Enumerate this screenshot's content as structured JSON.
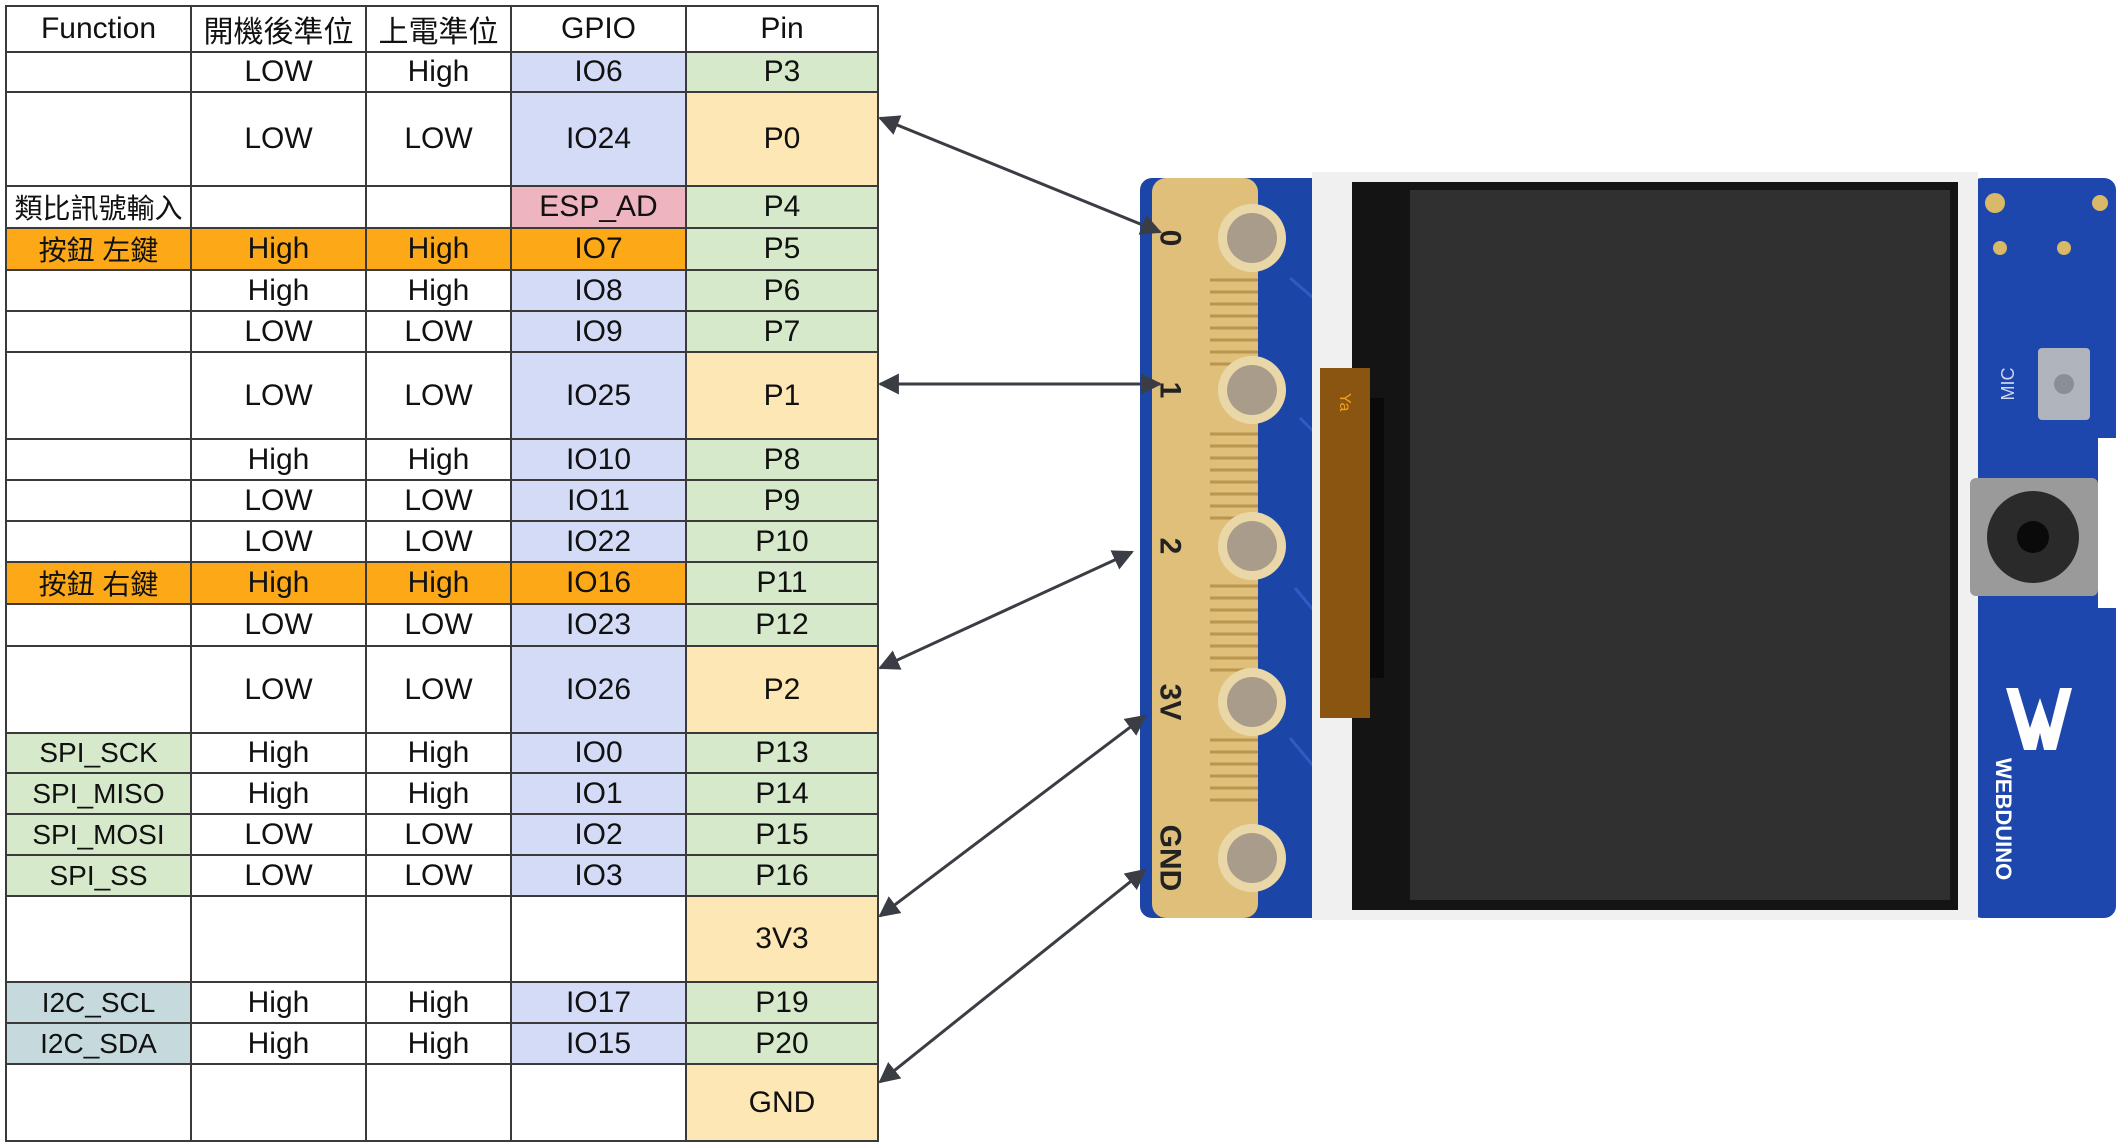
{
  "table": {
    "headers": [
      "Function",
      "開機後準位",
      "上電準位",
      "GPIO",
      "Pin"
    ],
    "rows": [
      {
        "function": "",
        "boot": "LOW",
        "power": "High",
        "gpio": "IO6",
        "pin": "P3",
        "h": 40,
        "fn_color": "#ffffff",
        "gpio_color": "#d4dbf7",
        "pin_color": "#d6e9cb"
      },
      {
        "function": "",
        "boot": "LOW",
        "power": "LOW",
        "gpio": "IO24",
        "pin": "P0",
        "h": 94,
        "fn_color": "#ffffff",
        "gpio_color": "#d4dbf7",
        "pin_color": "#fde7b5"
      },
      {
        "function": "類比訊號輸入",
        "boot": "",
        "power": "",
        "gpio": "ESP_AD",
        "pin": "P4",
        "h": 41,
        "fn_color": "#ffffff",
        "gpio_color": "#eeb4bf",
        "pin_color": "#d6e9cb"
      },
      {
        "function": "按鈕 左鍵",
        "boot": "High",
        "power": "High",
        "gpio": "IO7",
        "pin": "P5",
        "h": 41,
        "fn_color": "#fda917",
        "gpio_color": "#fda917",
        "pin_color": "#d6e9cb",
        "row_highlight": true
      },
      {
        "function": "",
        "boot": "High",
        "power": "High",
        "gpio": "IO8",
        "pin": "P6",
        "h": 41,
        "fn_color": "#ffffff",
        "gpio_color": "#d4dbf7",
        "pin_color": "#d6e9cb"
      },
      {
        "function": "",
        "boot": "LOW",
        "power": "LOW",
        "gpio": "IO9",
        "pin": "P7",
        "h": 41,
        "fn_color": "#ffffff",
        "gpio_color": "#d4dbf7",
        "pin_color": "#d6e9cb"
      },
      {
        "function": "",
        "boot": "LOW",
        "power": "LOW",
        "gpio": "IO25",
        "pin": "P1",
        "h": 87,
        "fn_color": "#ffffff",
        "gpio_color": "#d4dbf7",
        "pin_color": "#fde7b5"
      },
      {
        "function": "",
        "boot": "High",
        "power": "High",
        "gpio": "IO10",
        "pin": "P8",
        "h": 41,
        "fn_color": "#ffffff",
        "gpio_color": "#d4dbf7",
        "pin_color": "#d6e9cb"
      },
      {
        "function": "",
        "boot": "LOW",
        "power": "LOW",
        "gpio": "IO11",
        "pin": "P9",
        "h": 41,
        "fn_color": "#ffffff",
        "gpio_color": "#d4dbf7",
        "pin_color": "#d6e9cb"
      },
      {
        "function": "",
        "boot": "LOW",
        "power": "LOW",
        "gpio": "IO22",
        "pin": "P10",
        "h": 41,
        "fn_color": "#ffffff",
        "gpio_color": "#d4dbf7",
        "pin_color": "#d6e9cb"
      },
      {
        "function": "按鈕 右鍵",
        "boot": "High",
        "power": "High",
        "gpio": "IO16",
        "pin": "P11",
        "h": 41,
        "fn_color": "#fda917",
        "gpio_color": "#fda917",
        "pin_color": "#d6e9cb",
        "row_highlight": true
      },
      {
        "function": "",
        "boot": "LOW",
        "power": "LOW",
        "gpio": "IO23",
        "pin": "P12",
        "h": 42,
        "fn_color": "#ffffff",
        "gpio_color": "#d4dbf7",
        "pin_color": "#d6e9cb"
      },
      {
        "function": "",
        "boot": "LOW",
        "power": "LOW",
        "gpio": "IO26",
        "pin": "P2",
        "h": 87,
        "fn_color": "#ffffff",
        "gpio_color": "#d4dbf7",
        "pin_color": "#fde7b5"
      },
      {
        "function": "SPI_SCK",
        "boot": "High",
        "power": "High",
        "gpio": "IO0",
        "pin": "P13",
        "h": 40,
        "fn_color": "#d6e9cb",
        "gpio_color": "#d4dbf7",
        "pin_color": "#d6e9cb"
      },
      {
        "function": "SPI_MISO",
        "boot": "High",
        "power": "High",
        "gpio": "IO1",
        "pin": "P14",
        "h": 41,
        "fn_color": "#d6e9cb",
        "gpio_color": "#d4dbf7",
        "pin_color": "#d6e9cb"
      },
      {
        "function": "SPI_MOSI",
        "boot": "LOW",
        "power": "LOW",
        "gpio": "IO2",
        "pin": "P15",
        "h": 41,
        "fn_color": "#d6e9cb",
        "gpio_color": "#d4dbf7",
        "pin_color": "#d6e9cb"
      },
      {
        "function": "SPI_SS",
        "boot": "LOW",
        "power": "LOW",
        "gpio": "IO3",
        "pin": "P16",
        "h": 41,
        "fn_color": "#d6e9cb",
        "gpio_color": "#d4dbf7",
        "pin_color": "#d6e9cb"
      },
      {
        "function": "",
        "boot": "",
        "power": "",
        "gpio": "",
        "pin": "3V3",
        "h": 86,
        "fn_color": "#ffffff",
        "gpio_color": "#ffffff",
        "pin_color": "#fde7b5"
      },
      {
        "function": "I2C_SCL",
        "boot": "High",
        "power": "High",
        "gpio": "IO17",
        "pin": "P19",
        "h": 41,
        "fn_color": "#c6d9dd",
        "gpio_color": "#d4dbf7",
        "pin_color": "#d6e9cb"
      },
      {
        "function": "I2C_SDA",
        "boot": "High",
        "power": "High",
        "gpio": "IO15",
        "pin": "P20",
        "h": 41,
        "fn_color": "#c6d9dd",
        "gpio_color": "#d4dbf7",
        "pin_color": "#d6e9cb"
      },
      {
        "function": "",
        "boot": "",
        "power": "",
        "gpio": "",
        "pin": "GND",
        "h": 77,
        "fn_color": "#ffffff",
        "gpio_color": "#ffffff",
        "pin_color": "#fde7b5"
      }
    ]
  },
  "board": {
    "edge_labels": [
      "0",
      "1",
      "2",
      "3V",
      "GND"
    ],
    "mic_label": "MIC",
    "brand_text": "WEBDUINO",
    "side_mark": "Ya"
  },
  "colors": {
    "pcb_blue": "#1c45a8",
    "gold": "#dfbf7a",
    "screen": "#303030",
    "arrow": "#3a3d44",
    "orange_highlight": "#fda917"
  }
}
